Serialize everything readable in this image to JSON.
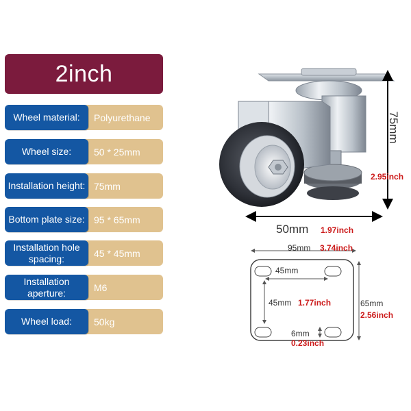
{
  "title": "2inch",
  "specs": [
    {
      "label": "Wheel material:",
      "value": "Polyurethane"
    },
    {
      "label": "Wheel size:",
      "value": "50 * 25mm"
    },
    {
      "label": "Installation height:",
      "value": "75mm"
    },
    {
      "label": "Bottom plate size:",
      "value": "95 * 65mm"
    },
    {
      "label": "Installation hole spacing:",
      "value": "45 * 45mm"
    },
    {
      "label": "Installation aperture:",
      "value": "M6"
    },
    {
      "label": "Wheel load:",
      "value": "50kg"
    }
  ],
  "caster_dims": {
    "height_mm": "75mm",
    "height_in": "2.95inch",
    "width_mm": "50mm",
    "width_in": "1.97inch"
  },
  "plate_dims": {
    "width_mm": "95mm",
    "width_in": "3.74inch",
    "hole_h_mm": "45mm",
    "hole_v_mm": "45mm",
    "hole_v_in": "1.77inch",
    "height_mm": "65mm",
    "height_in": "2.56inch",
    "hole_d_mm": "6mm",
    "hole_d_in": "0.23inch"
  },
  "colors": {
    "title_bg": "#7b1b3d",
    "label_bg": "#1457a3",
    "value_bg": "#e0c28f",
    "accent_red": "#cc1a1a"
  }
}
